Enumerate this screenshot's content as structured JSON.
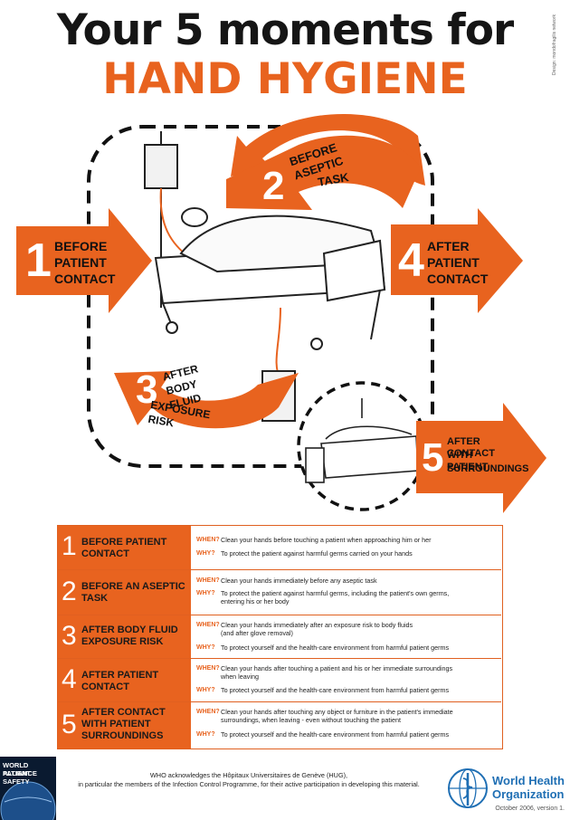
{
  "title_line1": "Your 5 moments for",
  "title_line2": "HAND HYGIENE",
  "design_credit": "Design: mondofragilis network",
  "colors": {
    "accent": "#e8631f",
    "dark": "#151515",
    "who_blue": "#1f6fb4"
  },
  "moments": [
    {
      "num": "1",
      "l1": "BEFORE",
      "l2": "PATIENT",
      "l3": "CONTACT"
    },
    {
      "num": "2",
      "l1": "BEFORE ASEPTIC",
      "l2": "TASK"
    },
    {
      "num": "3",
      "l1": "AFTER BODY FLUID",
      "l2": "EXPOSURE RISK"
    },
    {
      "num": "4",
      "l1": "AFTER",
      "l2": "PATIENT",
      "l3": "CONTACT"
    },
    {
      "num": "5",
      "l1": "AFTER CONTACT",
      "l2": "WITH PATIENT",
      "l3": "SURROUNDINGS"
    }
  ],
  "table": {
    "when_label": "WHEN?",
    "why_label": "WHY?",
    "rows": [
      {
        "num": "1",
        "label1": "BEFORE PATIENT",
        "label2": "CONTACT",
        "when": "Clean your hands before touching a patient when approaching him or her",
        "why": "To protect the patient against harmful germs carried on your hands"
      },
      {
        "num": "2",
        "label1": "BEFORE AN ASEPTIC",
        "label2": "TASK",
        "when": "Clean your hands immediately before any aseptic task",
        "why1": "To protect the patient against harmful germs, including the patient's own germs,",
        "why2": "entering his or her body"
      },
      {
        "num": "3",
        "label1": "AFTER BODY FLUID",
        "label2": "EXPOSURE RISK",
        "when1": "Clean your hands immediately after an exposure risk to body fluids",
        "when2": "(and after glove removal)",
        "why": "To protect yourself and the health-care environment from harmful patient germs"
      },
      {
        "num": "4",
        "label1": "AFTER PATIENT",
        "label2": "CONTACT",
        "when1": "Clean your hands after touching a patient and his or her immediate surroundings",
        "when2": "when leaving",
        "why": "To protect yourself and the health-care environment from harmful patient germs"
      },
      {
        "num": "5",
        "label1": "AFTER CONTACT",
        "label2": "WITH PATIENT",
        "label3": "SURROUNDINGS",
        "when1": "Clean your hands after touching any object or furniture in the patient's immediate",
        "when2": "surroundings, when leaving - even without touching the patient",
        "why": "To protect yourself and the health-care environment from harmful patient germs"
      }
    ]
  },
  "footer": {
    "alliance1": "WORLD ALLIANCE",
    "alliance2": "PATIENT SAFETY",
    "ack1": "WHO acknowledges the Hôpitaux Universitaires de Genève (HUG),",
    "ack2": "in particular the members of the Infection Control Programme, for their active participation in developing this material.",
    "who1": "World Health",
    "who2": "Organization",
    "version": "October 2006, version 1."
  }
}
